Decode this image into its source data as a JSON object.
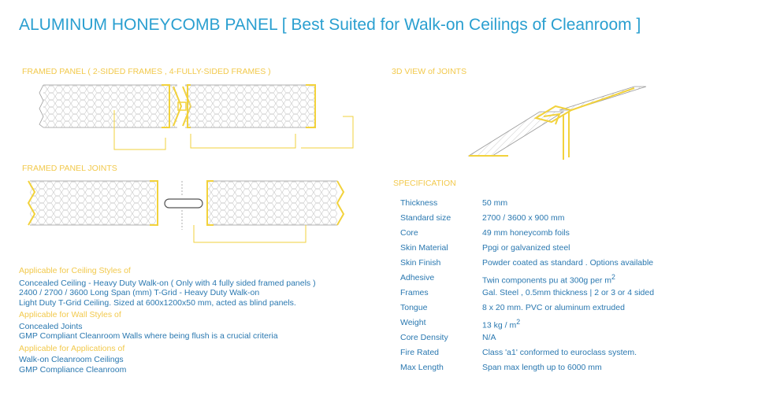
{
  "title": "ALUMINUM HONEYCOMB PANEL [ Best Suited for Walk-on Ceilings of Cleanroom ]",
  "sections": {
    "framed_panel": "FRAMED PANEL ( 2-SIDED FRAMES , 4-FULLY-SIDED FRAMES )",
    "framed_panel_joints": "FRAMED PANEL JOINTS",
    "view_3d": "3D VIEW of JOINTS",
    "specification": "SPECIFICATION"
  },
  "applications": {
    "ceiling_heading": "Applicable for Ceiling Styles of",
    "ceiling_lines": [
      "Concealed Ceiling - Heavy Duty Walk-on  ( Only with 4 fully sided  framed panels )",
      "2400 / 2700 / 3600 Long Span (mm) T-Grid - Heavy Duty Walk-on",
      "Light Duty T-Grid Ceiling. Sized at 600x1200x50 mm,  acted as blind panels."
    ],
    "wall_heading": "Applicable for Wall Styles of",
    "wall_lines": [
      "Concealed Joints",
      "GMP Compliant  Cleanroom Walls where  being flush is a crucial criteria"
    ],
    "app_heading": "Applicable for Applications of",
    "app_lines": [
      "Walk-on Cleanroom Ceilings",
      "GMP Compliance Cleanroom"
    ]
  },
  "specification": [
    {
      "label": "Thickness",
      "value": "50 mm"
    },
    {
      "label": "Standard size",
      "value": "2700 / 3600 x 900 mm"
    },
    {
      "label": "Core",
      "value": "49 mm honeycomb foils"
    },
    {
      "label": "Skin Material",
      "value": "Ppgi or galvanized steel"
    },
    {
      "label": "Skin Finish",
      "value": "Powder coated as standard . Options available"
    },
    {
      "label": "Adhesive",
      "value": "Twin components pu at 300g per m",
      "sup": "2"
    },
    {
      "label": "Frames",
      "value": "Gal. Steel , 0.5mm thickness | 2 or 3 or 4 sided"
    },
    {
      "label": "Tongue",
      "value": "8 x 20 mm. PVC or aluminum extruded"
    },
    {
      "label": "Weight",
      "value": "13 kg / m",
      "sup": "2"
    },
    {
      "label": "Core Density",
      "value": "N/A"
    },
    {
      "label": "Fire Rated",
      "value": "Class 'a1' conformed to euroclass system."
    },
    {
      "label": "Max Length",
      "value": "Span max length up to 6000 mm"
    }
  ],
  "colors": {
    "title": "#2a9fd0",
    "heading": "#f2c94c",
    "text": "#2a78b0",
    "drawing": "#f2d23c",
    "line": "#9a9a9a"
  }
}
